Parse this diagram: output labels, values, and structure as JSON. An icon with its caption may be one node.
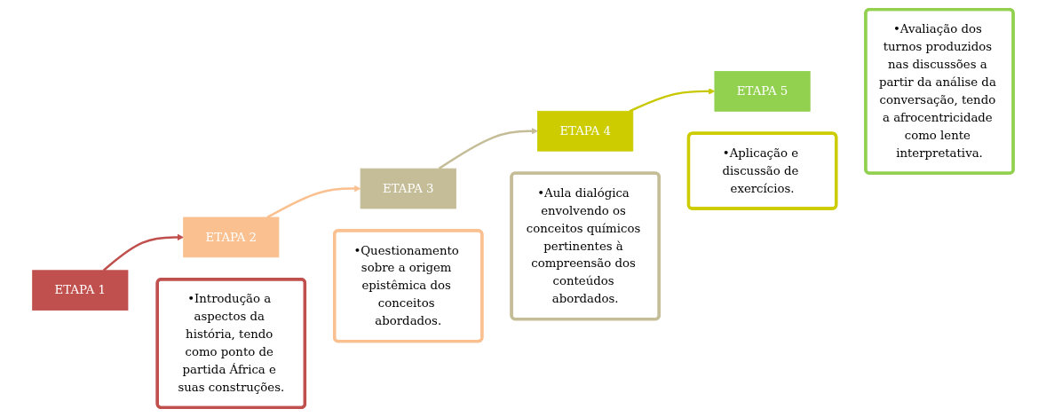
{
  "diagram": {
    "nodes": [
      {
        "text": [
          "ETAPA 1"
        ]
      },
      {
        "text": [
          "ETAPA 2"
        ]
      },
      {
        "text": [
          "ETAPA 3"
        ]
      },
      {
        "text": [
          "ETAPA 4"
        ]
      },
      {
        "text": [
          "ETAPA 5"
        ]
      },
      {
        "text": [
          "•Introdução a aspectos da história, tendo como ponto de partida África e suas construções."
        ]
      },
      {
        "text": [
          "•Questionamento sobre a origem epistêmica dos conceitos abordados."
        ]
      },
      {
        "text": [
          "•Aula dialógica envolvendo os conceitos químicos pertinentes à compreensão dos conteúdos abordados."
        ]
      },
      {
        "text": [
          "•Aplicação e discussão de exercícios."
        ]
      },
      {
        "text": [
          "•Avaliação dos turnos produzidos nas discussões a partir da análise da conversação, tendo a afrocentricidade como lente interpretativa."
        ]
      }
    ],
    "edges": [
      {
        "from": 0,
        "to": 1,
        "arrow": "to",
        "color": "#c0504d"
      },
      {
        "from": 1,
        "to": 2,
        "arrow": "to",
        "color": "#fac090"
      },
      {
        "from": 2,
        "to": 3,
        "arrow": "to",
        "color": "#c4bd97"
      },
      {
        "from": 3,
        "to": 4,
        "arrow": "to",
        "color": "#c8c800"
      }
    ]
  }
}
